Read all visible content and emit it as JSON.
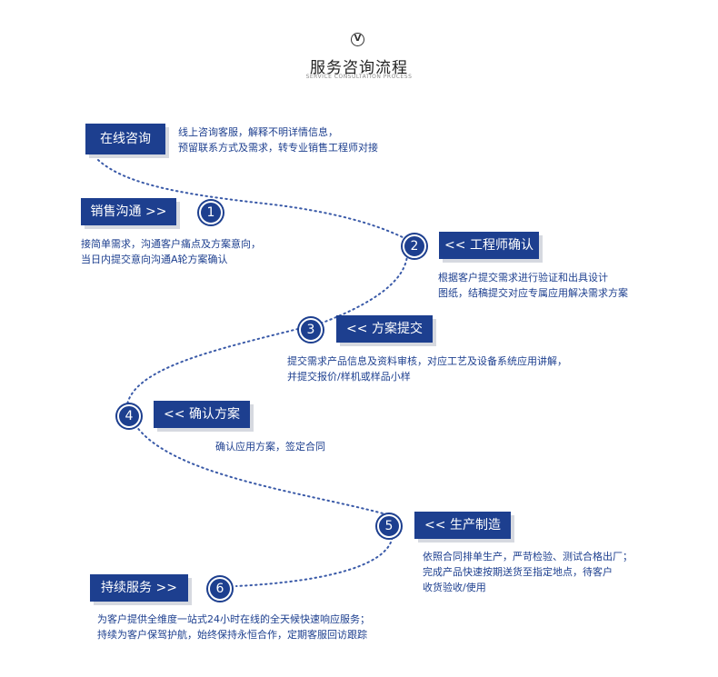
{
  "header": {
    "logo_glyph": "V",
    "title": "服务咨询流程",
    "subtitle": "SERVICE CONSULTATION PROCESS"
  },
  "intro": {
    "label": "在线咨询",
    "desc": [
      "线上咨询客服，解释不明详情信息，",
      "预留联系方式及需求，转专业销售工程师对接"
    ]
  },
  "steps": [
    {
      "number": "1",
      "label": "销售沟通 >>",
      "desc": [
        "接简单需求，沟通客户痛点及方案意向，",
        "当日内提交意向沟通A轮方案确认"
      ]
    },
    {
      "number": "2",
      "label": "<< 工程师确认",
      "desc": [
        "根据客户提交需求进行验证和出具设计",
        "图纸，结稿提交对应专属应用解决需求方案"
      ]
    },
    {
      "number": "3",
      "label": "<< 方案提交",
      "desc": [
        "提交需求产品信息及资料审核，对应工艺及设备系统应用讲解，",
        "并提交报价/样机或样品小样"
      ]
    },
    {
      "number": "4",
      "label": "<< 确认方案",
      "desc": [
        "确认应用方案，签定合同"
      ]
    },
    {
      "number": "5",
      "label": "<< 生产制造",
      "desc": [
        "依照合同排单生产，严苛检验、测试合格出厂；",
        "完成产品快速按期送货至指定地点，待客户",
        "收货验收/使用"
      ]
    },
    {
      "number": "6",
      "label": "持续服务 >>",
      "desc": [
        "为客户提供全维度一站式24小时在线的全天候快速响应服务；",
        "持续为客户保驾护航，始终保持永恒合作，定期客服回访跟踪"
      ]
    }
  ],
  "colors": {
    "accent": "#1d3f8f",
    "dots": "#3a5aa8"
  }
}
